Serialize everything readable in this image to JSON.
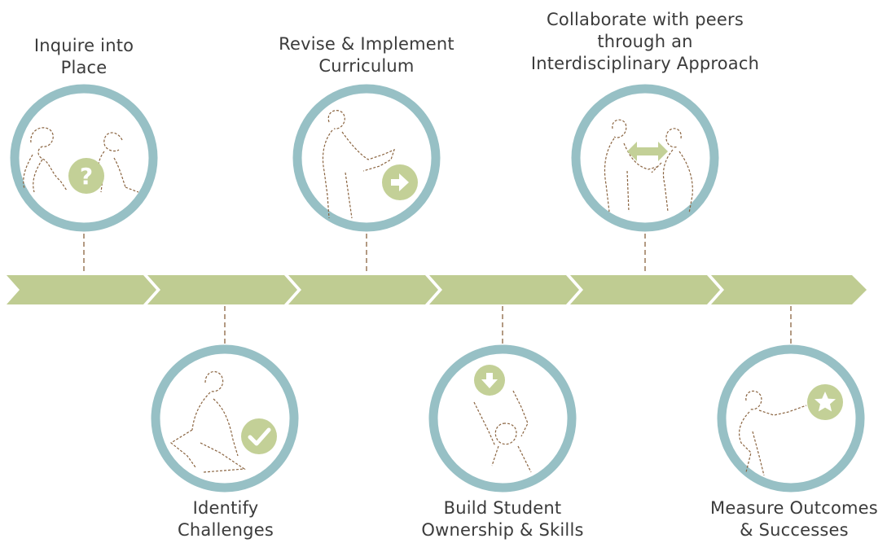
{
  "colors": {
    "ring": "#97c0c5",
    "arrow": "#bfcc92",
    "badge": "#c3d097",
    "figure": "#8a6440",
    "connector": "#8a6440",
    "text": "#3b3b3b"
  },
  "steps": [
    {
      "lines": [
        "Inquire into",
        "Place"
      ],
      "icon": "question-mark-icon",
      "glyph": "?"
    },
    {
      "lines": [
        "Identify",
        "Challenges"
      ],
      "icon": "checkmark-icon",
      "glyph": "✔"
    },
    {
      "lines": [
        "Revise & Implement",
        "Curriculum"
      ],
      "icon": "right-arrow-icon",
      "glyph": "➡"
    },
    {
      "lines": [
        "Build Student",
        "Ownership & Skills"
      ],
      "icon": "down-arrow-icon",
      "glyph": "⬇"
    },
    {
      "lines": [
        "Collaborate with peers",
        "through an",
        "Interdisciplinary Approach"
      ],
      "icon": "double-arrow-icon",
      "glyph": "⬌"
    },
    {
      "lines": [
        "Measure Outcomes",
        "& Successes"
      ],
      "icon": "star-icon",
      "glyph": "★"
    }
  ]
}
